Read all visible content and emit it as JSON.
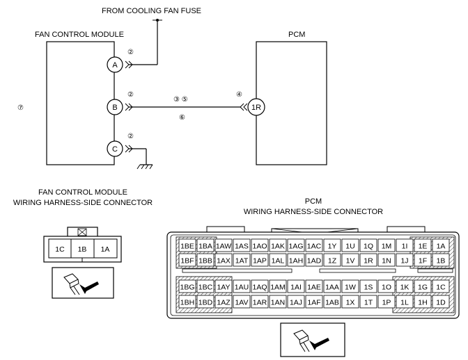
{
  "schematic": {
    "fuse_label": "FROM COOLING FAN FUSE",
    "fcm_title": "FAN CONTROL MODULE",
    "pcm_title": "PCM",
    "side_note": "⑦",
    "terminals": [
      {
        "id": "A",
        "note": "②"
      },
      {
        "id": "B",
        "note": "②"
      },
      {
        "id": "C",
        "note": "②"
      }
    ],
    "pcm_terminal": "1R",
    "pcm_terminal_note": "④",
    "wire_note_top": "③ ⑤",
    "wire_note_bottom": "⑥"
  },
  "fcm_connector": {
    "title_line1": "FAN CONTROL MODULE",
    "title_line2": "WIRING HARNESS-SIDE CONNECTOR",
    "cells": [
      "1C",
      "1B",
      "1A"
    ]
  },
  "pcm_connector": {
    "title_line1": "PCM",
    "title_line2": "WIRING HARNESS-SIDE CONNECTOR",
    "upper_rows": [
      [
        "1BE",
        "1BA",
        "1AW",
        "1AS",
        "1AO",
        "1AK",
        "1AG",
        "1AC",
        "1Y",
        "1U",
        "1Q",
        "1M",
        "1I",
        "1E",
        "1A"
      ],
      [
        "1BF",
        "1BB",
        "1AX",
        "1AT",
        "1AP",
        "1AL",
        "1AH",
        "1AD",
        "1Z",
        "1V",
        "1R",
        "1N",
        "1J",
        "1F",
        "1B"
      ]
    ],
    "lower_rows": [
      [
        "1BG",
        "1BC",
        "1AY",
        "1AU",
        "1AQ",
        "1AM",
        "1AI",
        "1AE",
        "1AA",
        "1W",
        "1S",
        "1O",
        "1K",
        "1G",
        "1C"
      ],
      [
        "1BH",
        "1BD",
        "1AZ",
        "1AV",
        "1AR",
        "1AN",
        "1AJ",
        "1AF",
        "1AB",
        "1X",
        "1T",
        "1P",
        "1L",
        "1H",
        "1D"
      ]
    ]
  },
  "icons": [
    "connector-probe-icon",
    "connector-probe-icon"
  ]
}
